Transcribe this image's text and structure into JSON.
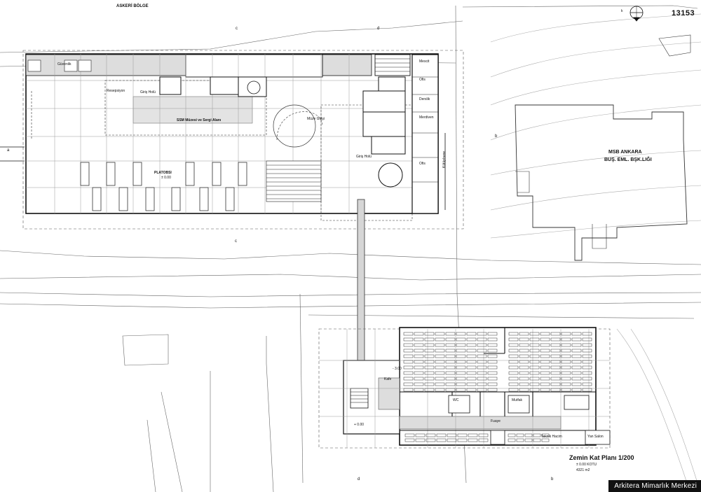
{
  "sheet_number": "13153",
  "north_mark": "k",
  "top_region_label": "ASKERİ BÖLGE",
  "neighbor_building": {
    "line1": "MSB ANKARA",
    "line2": "BUŞ. EML. BŞK.LIĞI"
  },
  "rooms": {
    "exhibition_hall": "SSM Müzesi ve Sergi Alanı",
    "parking": "PLATOBSI",
    "entrance_hall": "Giriş Holü",
    "main_hall": "Giriş Holü",
    "reception": "Resepsiyon",
    "security": "Güvenlik",
    "museum_info": "Müze Girişi",
    "mescit": "Mescit",
    "classroom": "Derslik",
    "stair_label": "Merdiven",
    "office_a": "Ofis",
    "office_b": "Ofis",
    "cafe": "Kafe",
    "wc": "WC",
    "kitchen": "Mutfak",
    "foyer": "Fuaye",
    "technical": "Teknik Hacim",
    "side_hall": "Yan Salon"
  },
  "level_markers": [
    "± 0.00",
    "+ 0.00",
    "- 3.00"
  ],
  "section_marks": [
    "c",
    "d",
    "b",
    "c",
    "d",
    "b",
    "a"
  ],
  "side_label": "Kütüphane",
  "plan_title": "Zemin Kat Planı 1/200",
  "plan_subtitle_1": "± 0.00 KOTU",
  "plan_subtitle_2": "4321 m2",
  "watermark": "Arkitera Mimarlık Merkezi"
}
